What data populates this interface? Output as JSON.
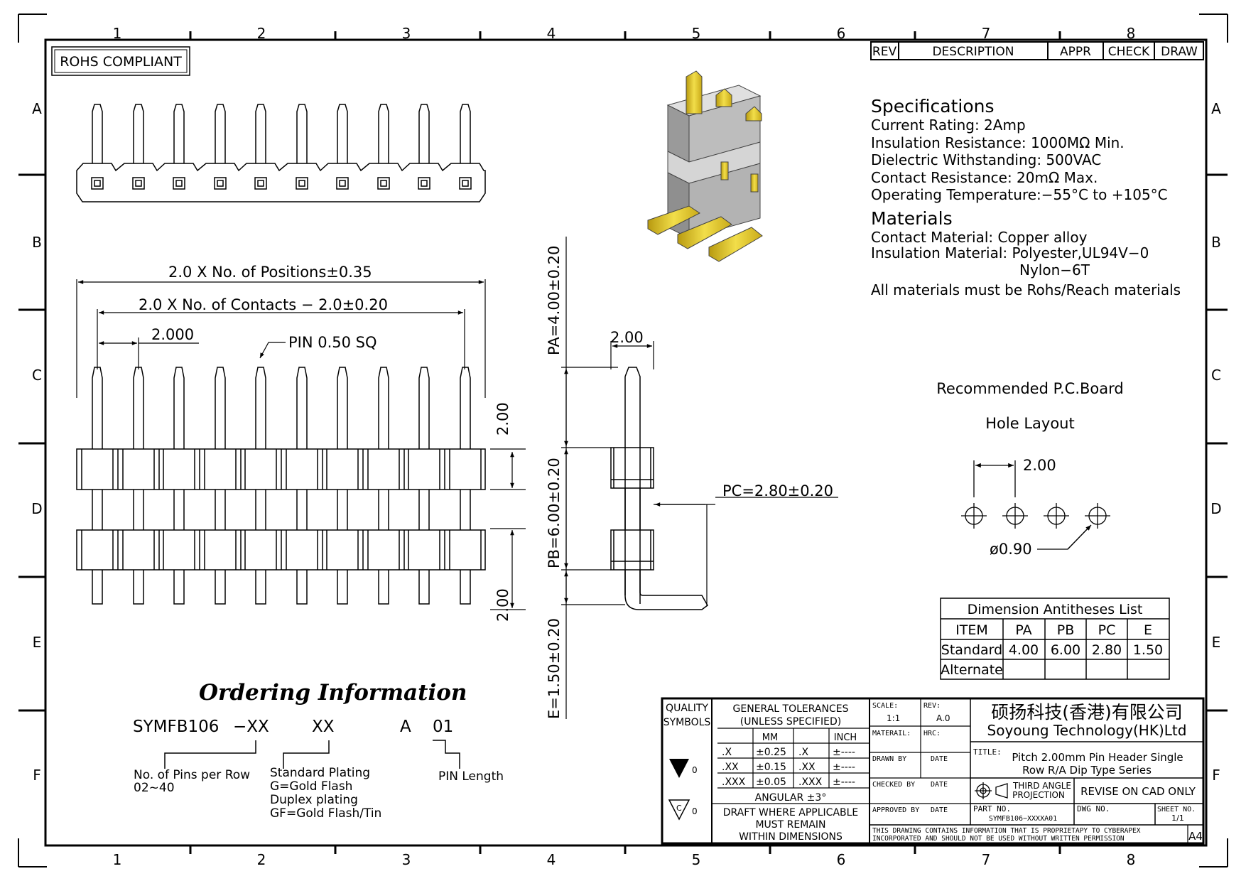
{
  "frame": {
    "col_labels": [
      "1",
      "2",
      "3",
      "4",
      "5",
      "6",
      "7",
      "8"
    ],
    "row_labels": [
      "A",
      "B",
      "C",
      "D",
      "E",
      "F"
    ],
    "sheet_size": "A4"
  },
  "rohs_badge": "ROHS COMPLIANT",
  "revision_table": {
    "rev": "REV",
    "description": "DESCRIPTION",
    "appr": "APPR",
    "check": "CHECK",
    "draw": "DRAW"
  },
  "specifications": {
    "heading": "Specifications",
    "lines": [
      "Current  Rating:  2Amp",
      "Insulation  Resistance:     1000MΩ Min.",
      "Dielectric  Withstanding:  500VAC",
      "Contact  Resistance:    20mΩ  Max.",
      "Operating  Temperature:−55°C  to  +105°C"
    ]
  },
  "materials": {
    "heading": "Materials",
    "lines": [
      "Contact  Material:  Copper  alloy",
      "Insulation  Material:    Polyester,UL94V−0",
      "Nylon−6T",
      "All  materials  must  be  Rohs/Reach  materials"
    ]
  },
  "dims": {
    "positions": "2.0  X  No.  of  Positions±0.35",
    "contacts": "2.0  X  No.  of  Contacts  −  2.0±0.20",
    "pitch": "2.000",
    "pin_sq": "PIN  0.50  SQ",
    "row_pitch_top": "2.00",
    "row_pitch_bot": "2.00",
    "side_pitch": "2.00",
    "pa": "PA=4.00±0.20",
    "pb": "PB=6.00±0.20",
    "e": "E=1.50±0.20",
    "pc": "PC=2.80±0.20"
  },
  "pcb_layout": {
    "title1": "Recommended  P.C.Board",
    "title2": "Hole  Layout",
    "pitch": "2.00",
    "hole": "ø0.90"
  },
  "dimension_table": {
    "title": "Dimension  Antitheses  List",
    "headers": [
      "ITEM",
      "PA",
      "PB",
      "PC",
      "E"
    ],
    "rows": [
      [
        "Standard",
        "4.00",
        "6.00",
        "2.80",
        "1.50"
      ],
      [
        "Alternate",
        "",
        "",
        "",
        ""
      ]
    ]
  },
  "ordering": {
    "heading": "Ordering Information",
    "code": [
      "SYMFB106",
      "−XX",
      "XX",
      "A",
      "01"
    ],
    "pins_label_1": "No.  of  Pins  per  Row",
    "pins_label_2": "02~40",
    "plating_1": "Standard  Plating",
    "plating_2": "G=Gold  Flash",
    "plating_3": "Duplex  plating",
    "plating_4": "GF=Gold  Flash/Tin",
    "pin_length": "PIN  Length"
  },
  "title_block": {
    "quality_1": "QUALITY",
    "quality_2": "SYMBOLS",
    "gt_1": "GENERAL  TOLERANCES",
    "gt_2": "(UNLESS  SPECIFIED)",
    "mm": "MM",
    "inch": "INCH",
    "tol_rows": [
      [
        ".X",
        "±0.25",
        ".X",
        "±----"
      ],
      [
        ".XX",
        "±0.15",
        ".XX",
        "±----"
      ],
      [
        ".XXX",
        "±0.05",
        ".XXX",
        "±----"
      ]
    ],
    "angular": "ANGULAR  ±3°",
    "draft_1": "DRAFT  WHERE  APPLICABLE",
    "draft_2": "MUST  REMAIN",
    "draft_3": "WITHIN  DIMENSIONS",
    "sym_note": "0",
    "scale_label": "SCALE:",
    "scale": "1:1",
    "rev_label": "REV:",
    "rev": "A.0",
    "material_label": "MATERAIL:",
    "hrc_label": "HRC:",
    "drawn_by": "DRAWN  BY",
    "checked_by": "CHECKED  BY",
    "approved_by": "APPROVED  BY",
    "date": "DATE",
    "company_cn": "硕扬科技(香港)有限公司",
    "company_en": "Soyoung  Technology(HK)Ltd",
    "title_label": "TITLE:",
    "title_1": "Pitch  2.00mm  Pin  Header  Single",
    "title_2": "Row  R/A  Dip  Type  Series",
    "projection_1": "THIRD  ANGLE",
    "projection_2": "PROJECTION",
    "revise": "REVISE  ON  CAD  ONLY",
    "part_no_label": "PART  NO.",
    "part_no": "SYMFB106−XXXXA01",
    "dwg_no_label": "DWG  NO.",
    "sheet_label": "SHEET  NO.",
    "sheet": "1/1",
    "notice_1": "THIS  DRAWING  CONTAINS  INFORMATION  THAT  IS  PROPRIETAPY  TO  CYBERAPEX",
    "notice_2": "INCORPORATED  AND  SHOULD  NOT  BE  USED  WITHOUT  WRITTEN  PERMISSION"
  }
}
